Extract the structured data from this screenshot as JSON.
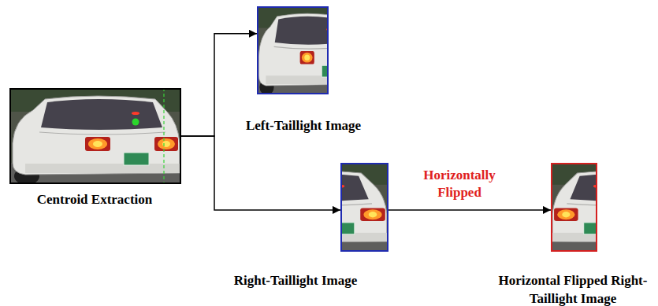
{
  "diagram": {
    "nodes": [
      {
        "text": [
          "Centroid Extraction"
        ]
      },
      {
        "text": [
          "Left-Taillight Image"
        ]
      },
      {
        "text": [
          "Right-Taillight Image"
        ]
      },
      {
        "text": [
          "Horizontal Flipped Right-Taillight Image"
        ]
      }
    ],
    "edges": [
      {
        "from": 0,
        "to": 1,
        "arrow": "to"
      },
      {
        "from": 0,
        "to": 2,
        "arrow": "to"
      },
      {
        "from": 2,
        "to": 3,
        "label": "Horizontally Flipped",
        "arrow": "to"
      }
    ]
  }
}
